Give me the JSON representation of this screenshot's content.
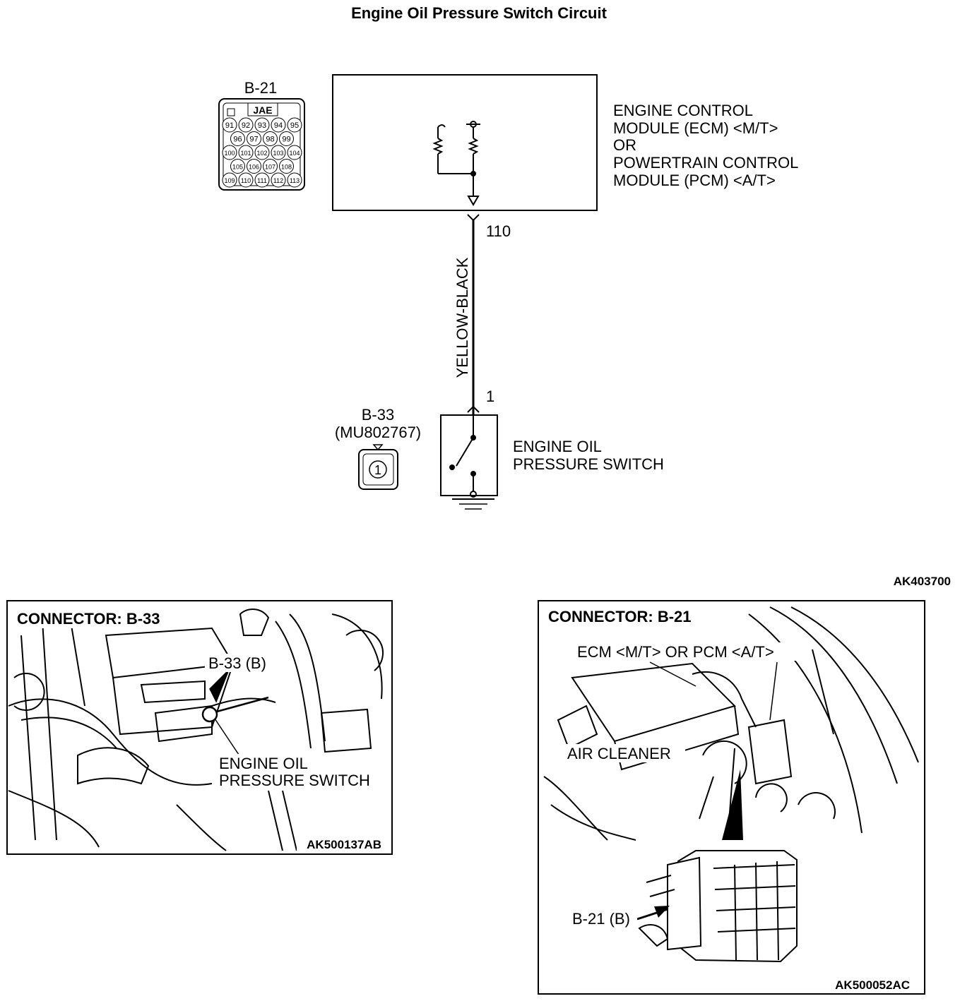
{
  "title": "Engine Oil Pressure Switch Circuit",
  "ecm": {
    "lines": [
      "ENGINE CONTROL",
      "MODULE (ECM) <M/T>",
      "OR",
      "POWERTRAIN CONTROL",
      "MODULE (PCM) <A/T>"
    ]
  },
  "connector_b21": {
    "label": "B-21",
    "brand": "JAE",
    "pin_rows": [
      [
        "91",
        "92",
        "93",
        "94",
        "95"
      ],
      [
        "96",
        "97",
        "98",
        "99"
      ],
      [
        "100",
        "101",
        "102",
        "103",
        "104"
      ],
      [
        "105",
        "106",
        "107",
        "108"
      ],
      [
        "109",
        "110",
        "111",
        "112",
        "113"
      ]
    ]
  },
  "wire": {
    "color_label": "YELLOW-BLACK",
    "top_terminal": "110",
    "bottom_terminal": "1"
  },
  "connector_b33": {
    "label": "B-33",
    "part": "(MU802767)",
    "pin": "1"
  },
  "switch": {
    "lines": [
      "ENGINE OIL",
      "PRESSURE SWITCH"
    ]
  },
  "figure_code_main": "AK403700",
  "panel_left": {
    "heading": "CONNECTOR: B-33",
    "callout": "B-33 (B)",
    "part_lines": [
      "ENGINE OIL",
      "PRESSURE SWITCH"
    ],
    "code": "AK500137AB"
  },
  "panel_right": {
    "heading": "CONNECTOR: B-21",
    "callout_ecm": "ECM <M/T> OR PCM <A/T>",
    "callout_air": "AIR CLEANER",
    "callout_connector": "B-21 (B)",
    "code": "AK500052AC"
  },
  "colors": {
    "ink": "#000000",
    "paper": "#ffffff"
  }
}
